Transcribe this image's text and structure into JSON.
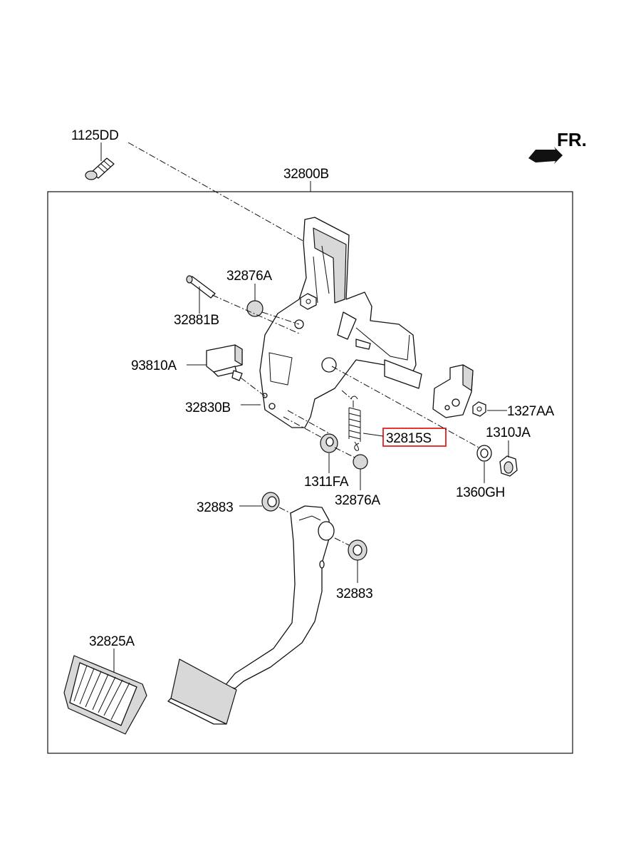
{
  "orientation": {
    "label": "FR."
  },
  "assembly": {
    "label": "32800B"
  },
  "parts": [
    {
      "label": "1125DD"
    },
    {
      "label": "32876A"
    },
    {
      "label": "32881B"
    },
    {
      "label": "93810A"
    },
    {
      "label": "32830B"
    },
    {
      "label": "32815S",
      "highlighted": true
    },
    {
      "label": "1327AA"
    },
    {
      "label": "1310JA"
    },
    {
      "label": "1311FA"
    },
    {
      "label": "32876A"
    },
    {
      "label": "1360GH"
    },
    {
      "label": "32883"
    },
    {
      "label": "32883"
    },
    {
      "label": "32825A"
    }
  ],
  "colors": {
    "highlight": "#e02020",
    "line": "#111111"
  }
}
